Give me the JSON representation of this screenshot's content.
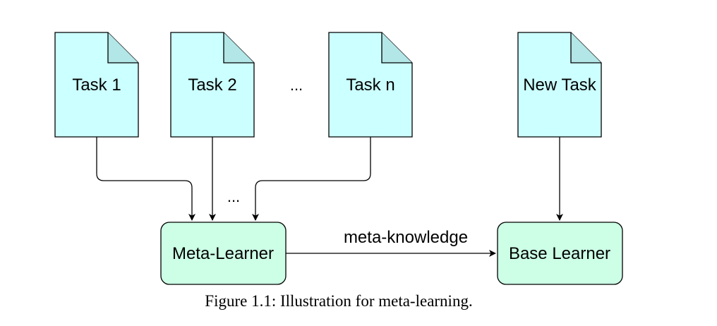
{
  "colors": {
    "task_fill": "#ccffff",
    "learner_fill": "#ccffe6",
    "stroke": "#000000"
  },
  "tasks": [
    {
      "label": "Task 1"
    },
    {
      "label": "Task 2"
    },
    {
      "label": "Task n"
    }
  ],
  "task_ellipsis": "...",
  "arrow_ellipsis": "...",
  "new_task": {
    "label": "New Task"
  },
  "meta_learner": {
    "label": "Meta-Learner"
  },
  "base_learner": {
    "label": "Base Learner"
  },
  "edge_label": "meta-knowledge",
  "caption": "Figure 1.1: Illustration for meta-learning."
}
